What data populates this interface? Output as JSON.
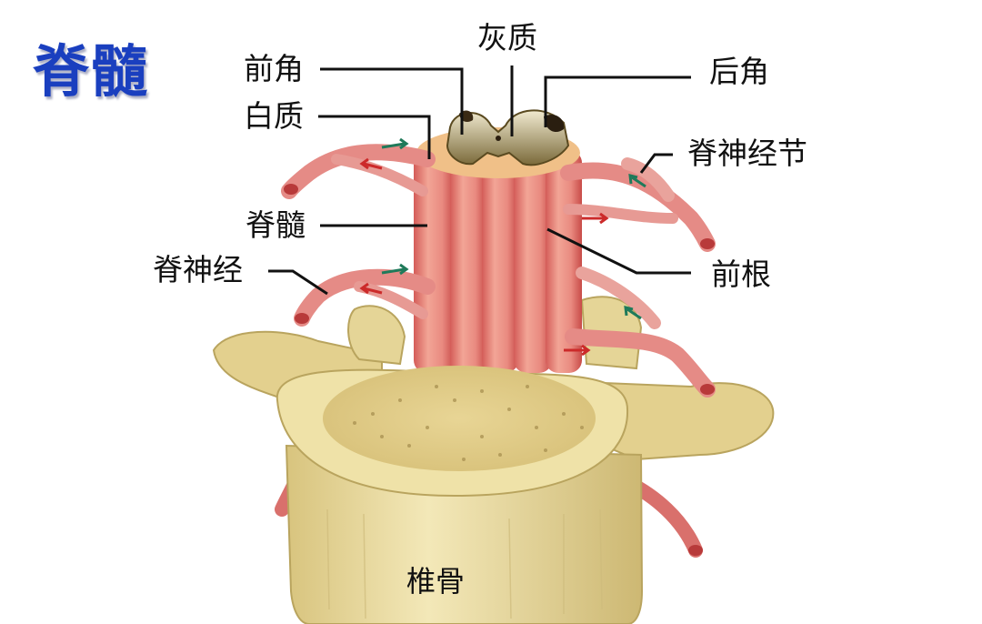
{
  "title": "脊髓",
  "labels": {
    "anterior_horn": "前角",
    "white_matter": "白质",
    "gray_matter": "灰质",
    "posterior_horn": "后角",
    "spinal_ganglion": "脊神经节",
    "spinal_cord": "脊髓",
    "spinal_nerve": "脊神经",
    "anterior_root": "前根",
    "vertebra": "椎骨"
  },
  "colors": {
    "title": "#1a3fbf",
    "nerve": "#e07a78",
    "nerve_dark": "#c94a4a",
    "cord": "#e88a80",
    "bone": "#e9dba0",
    "bone_dark": "#c9b772",
    "gray_matter": "#e8dfb8",
    "arrow_motor": "#cc2a2a",
    "arrow_sensory": "#1f7a5a"
  }
}
